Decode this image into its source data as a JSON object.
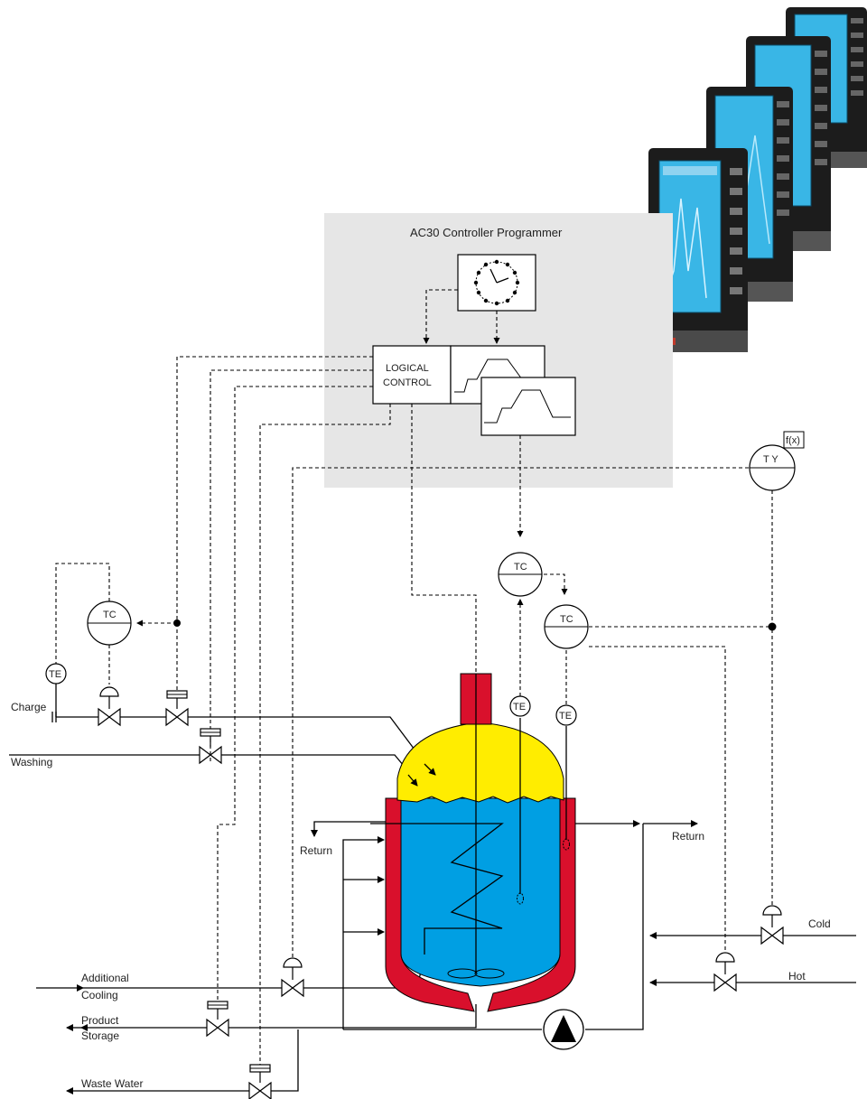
{
  "programmer": {
    "title": "AC30 Controller Programmer",
    "logic_line1": "LOGICAL",
    "logic_line2": "CONTROL",
    "panel_color": "#e6e6e6"
  },
  "instruments": {
    "tc_charge": "TC",
    "te_charge": "TE",
    "tc_master": "TC",
    "tc_slave": "TC",
    "te_reactor": "TE",
    "te_jacket": "TE",
    "ty": "T Y",
    "fx": "f(x)"
  },
  "streams": {
    "charge": "Charge",
    "washing": "Washing",
    "return_left": "Return",
    "return_right": "Return",
    "additional_1": "Additional",
    "additional_2": "Cooling",
    "product_1": "Product",
    "product_2": "Storage",
    "waste": "Waste Water",
    "cold": "Cold",
    "hot": "Hot"
  },
  "colors": {
    "jacket": "#d9102c",
    "liquid": "#009fe3",
    "vapor": "#ffed00",
    "device_frame": "#1c1c1c",
    "device_screen": "#39b6e6"
  },
  "devices": [
    "controller-unit",
    "controller-unit",
    "controller-unit",
    "controller-unit"
  ]
}
